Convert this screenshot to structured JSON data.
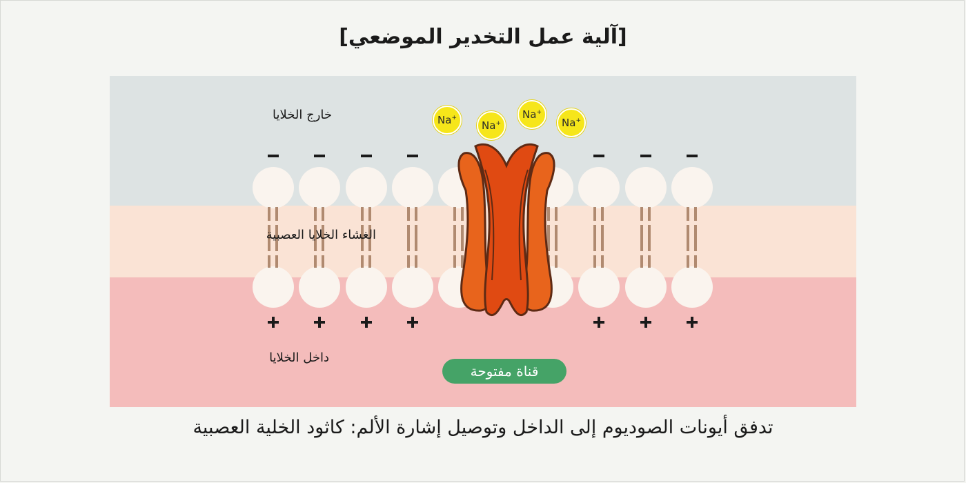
{
  "title": "[آلية عمل التخدير الموضعي]",
  "caption": "تدفق أيونات الصوديوم إلى الداخل وتوصيل إشارة الألم: كاثود الخلية العصبية",
  "regions": {
    "outside": "خارج الخلايا",
    "membrane": "الغشاء الخلايا العصبية",
    "inside": "داخل الخلايا"
  },
  "ion": {
    "symbol": "Na",
    "charge": "+"
  },
  "channel_badge": "قناة مفتوحة",
  "colors": {
    "outside": "#dde3e3",
    "membrane": "#fae3d5",
    "inside": "#f4bcbb",
    "channel_outer": "#e8641c",
    "channel_inner": "#e04a12",
    "ion": "#f6e61a",
    "badge": "#45a367"
  }
}
